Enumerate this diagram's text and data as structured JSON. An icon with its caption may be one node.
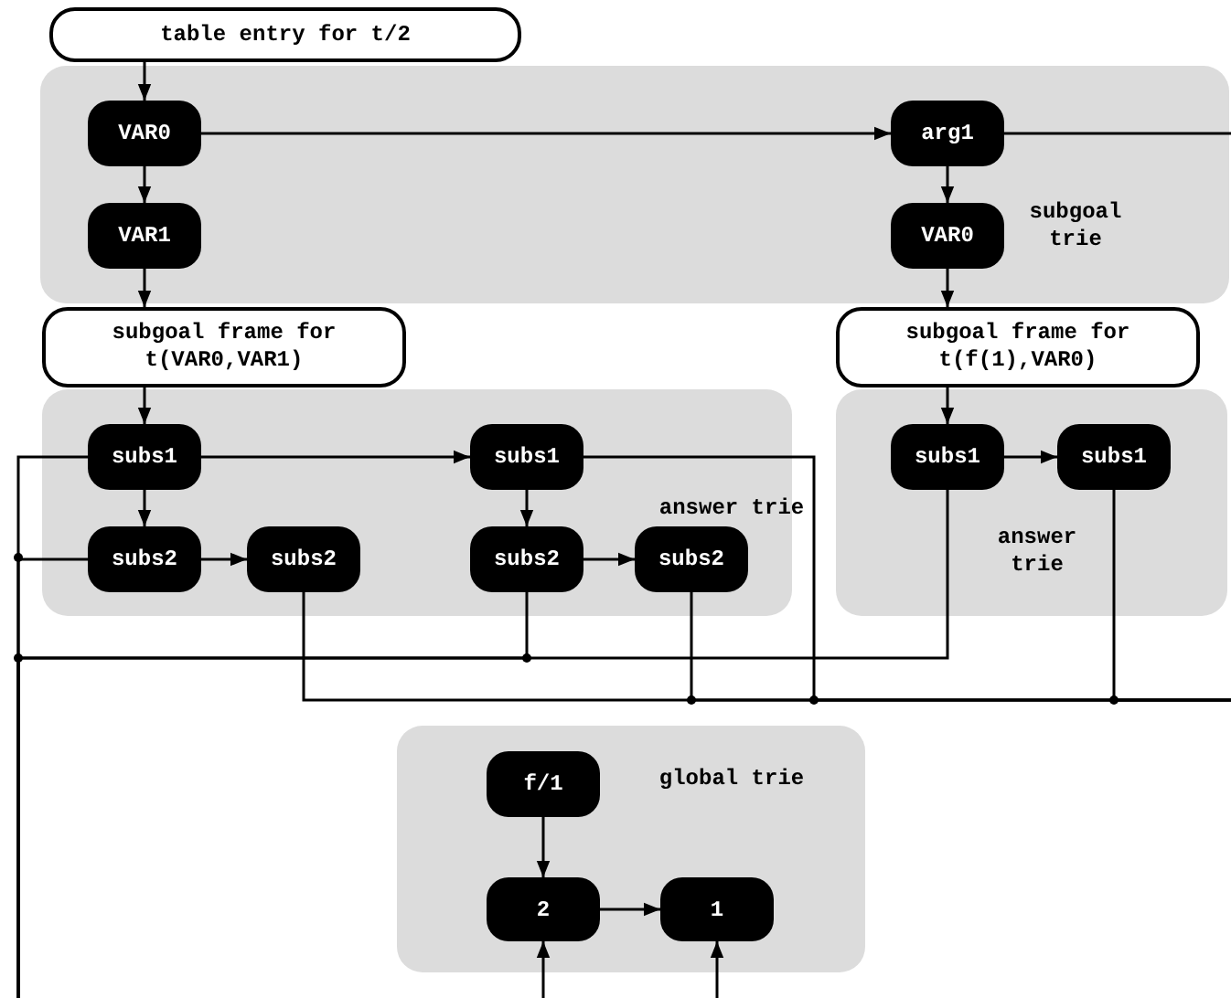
{
  "diagram": {
    "nodes": [
      {
        "text": [
          "table entry for t/2"
        ]
      },
      {
        "text": [
          "subgoal trie"
        ]
      },
      {
        "text": [
          "VAR0"
        ],
        "in": 1
      },
      {
        "text": [
          "VAR1"
        ],
        "in": 1
      },
      {
        "text": [
          "arg1"
        ],
        "in": 1
      },
      {
        "text": [
          "VAR0"
        ],
        "in": 1
      },
      {
        "text": [
          "subgoal frame for t(VAR0,VAR1)"
        ]
      },
      {
        "text": [
          "subgoal frame for t(f(1),VAR0)"
        ]
      },
      {
        "text": [
          "answer trie"
        ]
      },
      {
        "text": [
          "subs1"
        ],
        "in": 8
      },
      {
        "text": [
          "subs1"
        ],
        "in": 8
      },
      {
        "text": [
          "subs2"
        ],
        "in": 8
      },
      {
        "text": [
          "subs2"
        ],
        "in": 8
      },
      {
        "text": [
          "subs2"
        ],
        "in": 8
      },
      {
        "text": [
          "subs2"
        ],
        "in": 8
      },
      {
        "text": [
          "answer trie"
        ]
      },
      {
        "text": [
          "subs1"
        ],
        "in": 15
      },
      {
        "text": [
          "subs1"
        ],
        "in": 15
      },
      {
        "text": [
          "global trie"
        ]
      },
      {
        "text": [
          "f/1"
        ],
        "in": 18
      },
      {
        "text": [
          "2"
        ],
        "in": 18
      },
      {
        "text": [
          "1"
        ],
        "in": 18
      }
    ],
    "edges": [
      {
        "from": 0,
        "to": 2,
        "arrow": "to"
      },
      {
        "from": 2,
        "to": 3,
        "arrow": "to"
      },
      {
        "from": 2,
        "to": 4,
        "arrow": "to"
      },
      {
        "from": 4,
        "to": null,
        "arrow": "none"
      },
      {
        "from": 4,
        "to": 5,
        "arrow": "to"
      },
      {
        "from": 3,
        "to": 6,
        "arrow": "to"
      },
      {
        "from": 5,
        "to": 7,
        "arrow": "to"
      },
      {
        "from": 6,
        "to": 9,
        "arrow": "to"
      },
      {
        "from": 7,
        "to": 16,
        "arrow": "to"
      },
      {
        "from": 9,
        "to": 10,
        "arrow": "to"
      },
      {
        "from": 9,
        "to": 11,
        "arrow": "to"
      },
      {
        "from": 10,
        "to": 13,
        "arrow": "to"
      },
      {
        "from": 11,
        "to": 12,
        "arrow": "to"
      },
      {
        "from": 13,
        "to": 14,
        "arrow": "to"
      },
      {
        "from": 16,
        "to": 17,
        "arrow": "to"
      },
      {
        "from": 19,
        "to": 20,
        "arrow": "to"
      },
      {
        "from": 20,
        "to": 21,
        "arrow": "to"
      },
      {
        "from": 9,
        "to": null,
        "arrow": "none"
      },
      {
        "from": 11,
        "to": null,
        "arrow": "none"
      },
      {
        "from": 13,
        "to": null,
        "arrow": "none"
      },
      {
        "from": 16,
        "to": null,
        "arrow": "none"
      },
      {
        "from": 12,
        "to": null,
        "arrow": "none"
      },
      {
        "from": 14,
        "to": null,
        "arrow": "none"
      },
      {
        "from": 10,
        "to": null,
        "arrow": "none"
      },
      {
        "from": 17,
        "to": null,
        "arrow": "none"
      },
      {
        "from": null,
        "to": 20,
        "arrow": "to"
      },
      {
        "from": null,
        "to": 21,
        "arrow": "to"
      }
    ]
  }
}
